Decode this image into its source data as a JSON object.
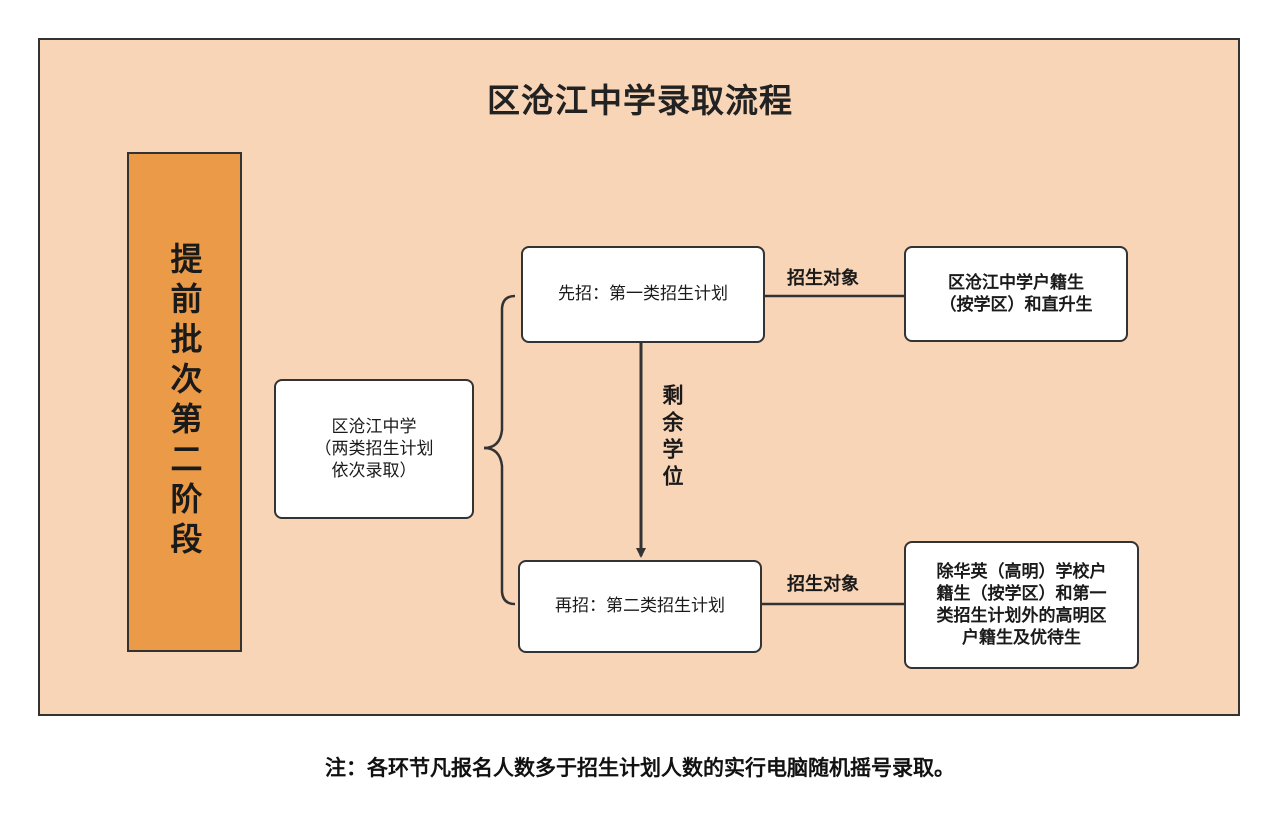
{
  "title": "区沧江中学录取流程",
  "stage": "提前批次第二阶段",
  "school_box": "区沧江中学\n（两类招生计划\n依次录取）",
  "first_plan": "先招：第一类招生计划",
  "second_plan": "再招：第二类招生计划",
  "target_label_1": "招生对象",
  "target_label_2": "招生对象",
  "target_1": "区沧江中学户籍生\n（按学区）和直升生",
  "target_2": "除华英（高明）学校户\n籍生（按学区）和第一\n类招生计划外的高明区\n户籍生及优待生",
  "remaining": "剩余学位",
  "note": "注：各环节凡报名人数多于招生计划人数的实行电脑随机摇号录取。"
}
